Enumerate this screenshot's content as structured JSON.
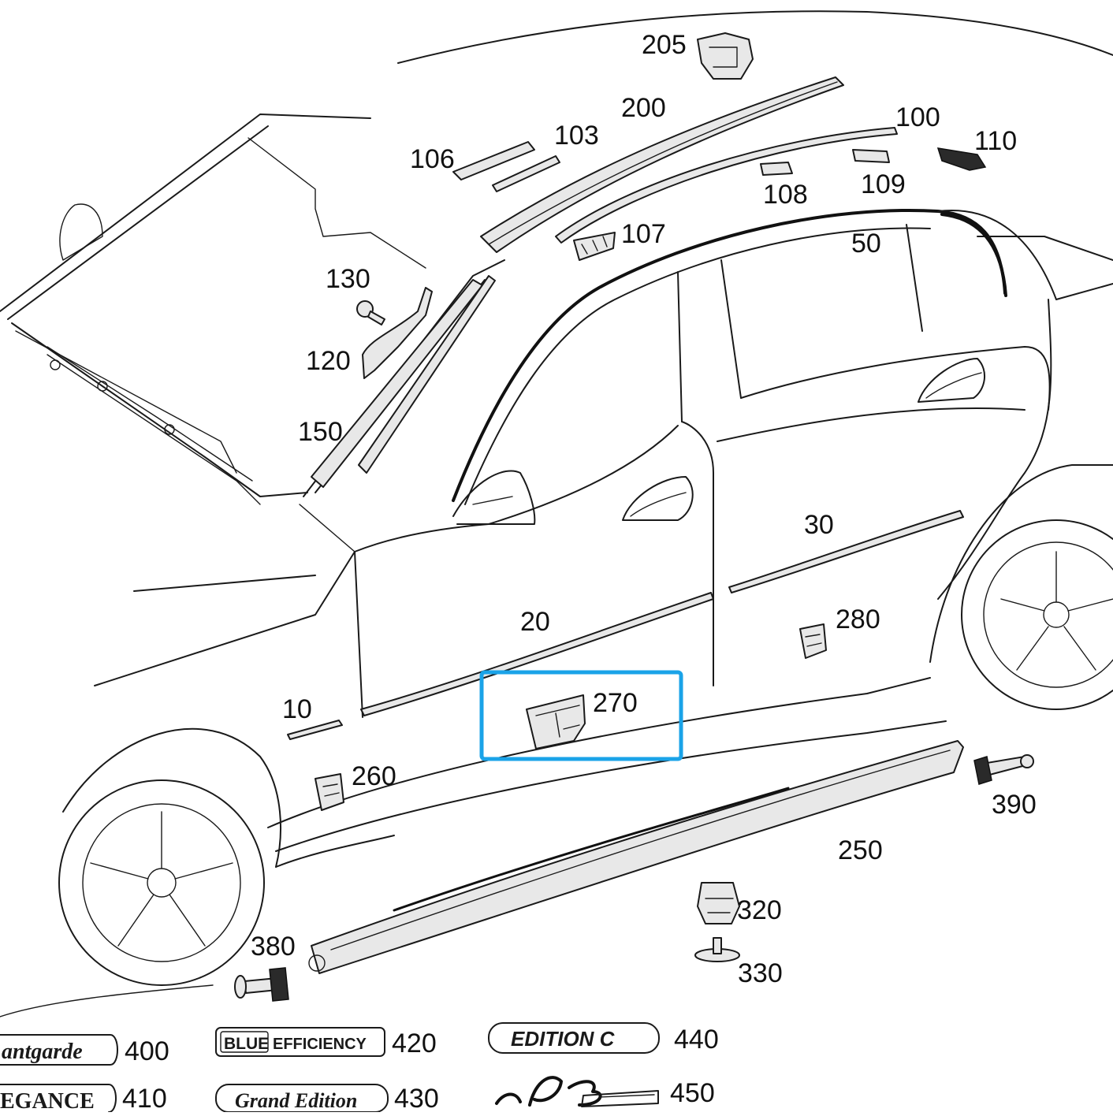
{
  "diagram": {
    "labels": {
      "p10": "10",
      "p20": "20",
      "p30": "30",
      "p50": "50",
      "p100": "100",
      "p103": "103",
      "p106": "106",
      "p107": "107",
      "p108": "108",
      "p109": "109",
      "p110": "110",
      "p120": "120",
      "p130": "130",
      "p150": "150",
      "p200": "200",
      "p205": "205",
      "p250": "250",
      "p260": "260",
      "p270": "270",
      "p280": "280",
      "p320": "320",
      "p330": "330",
      "p380": "380",
      "p390": "390",
      "p400": "400",
      "p410": "410",
      "p420": "420",
      "p430": "430",
      "p440": "440",
      "p450": "450"
    },
    "badges": {
      "b400": "antgarde",
      "b410": "EGANCE",
      "b420_a": "BLUE",
      "b420_b": "EFFICIENCY",
      "b430": "Grand Edition",
      "b440": "EDITION C"
    },
    "highlight": {
      "part": "270",
      "color": "#1aa3e8"
    }
  }
}
